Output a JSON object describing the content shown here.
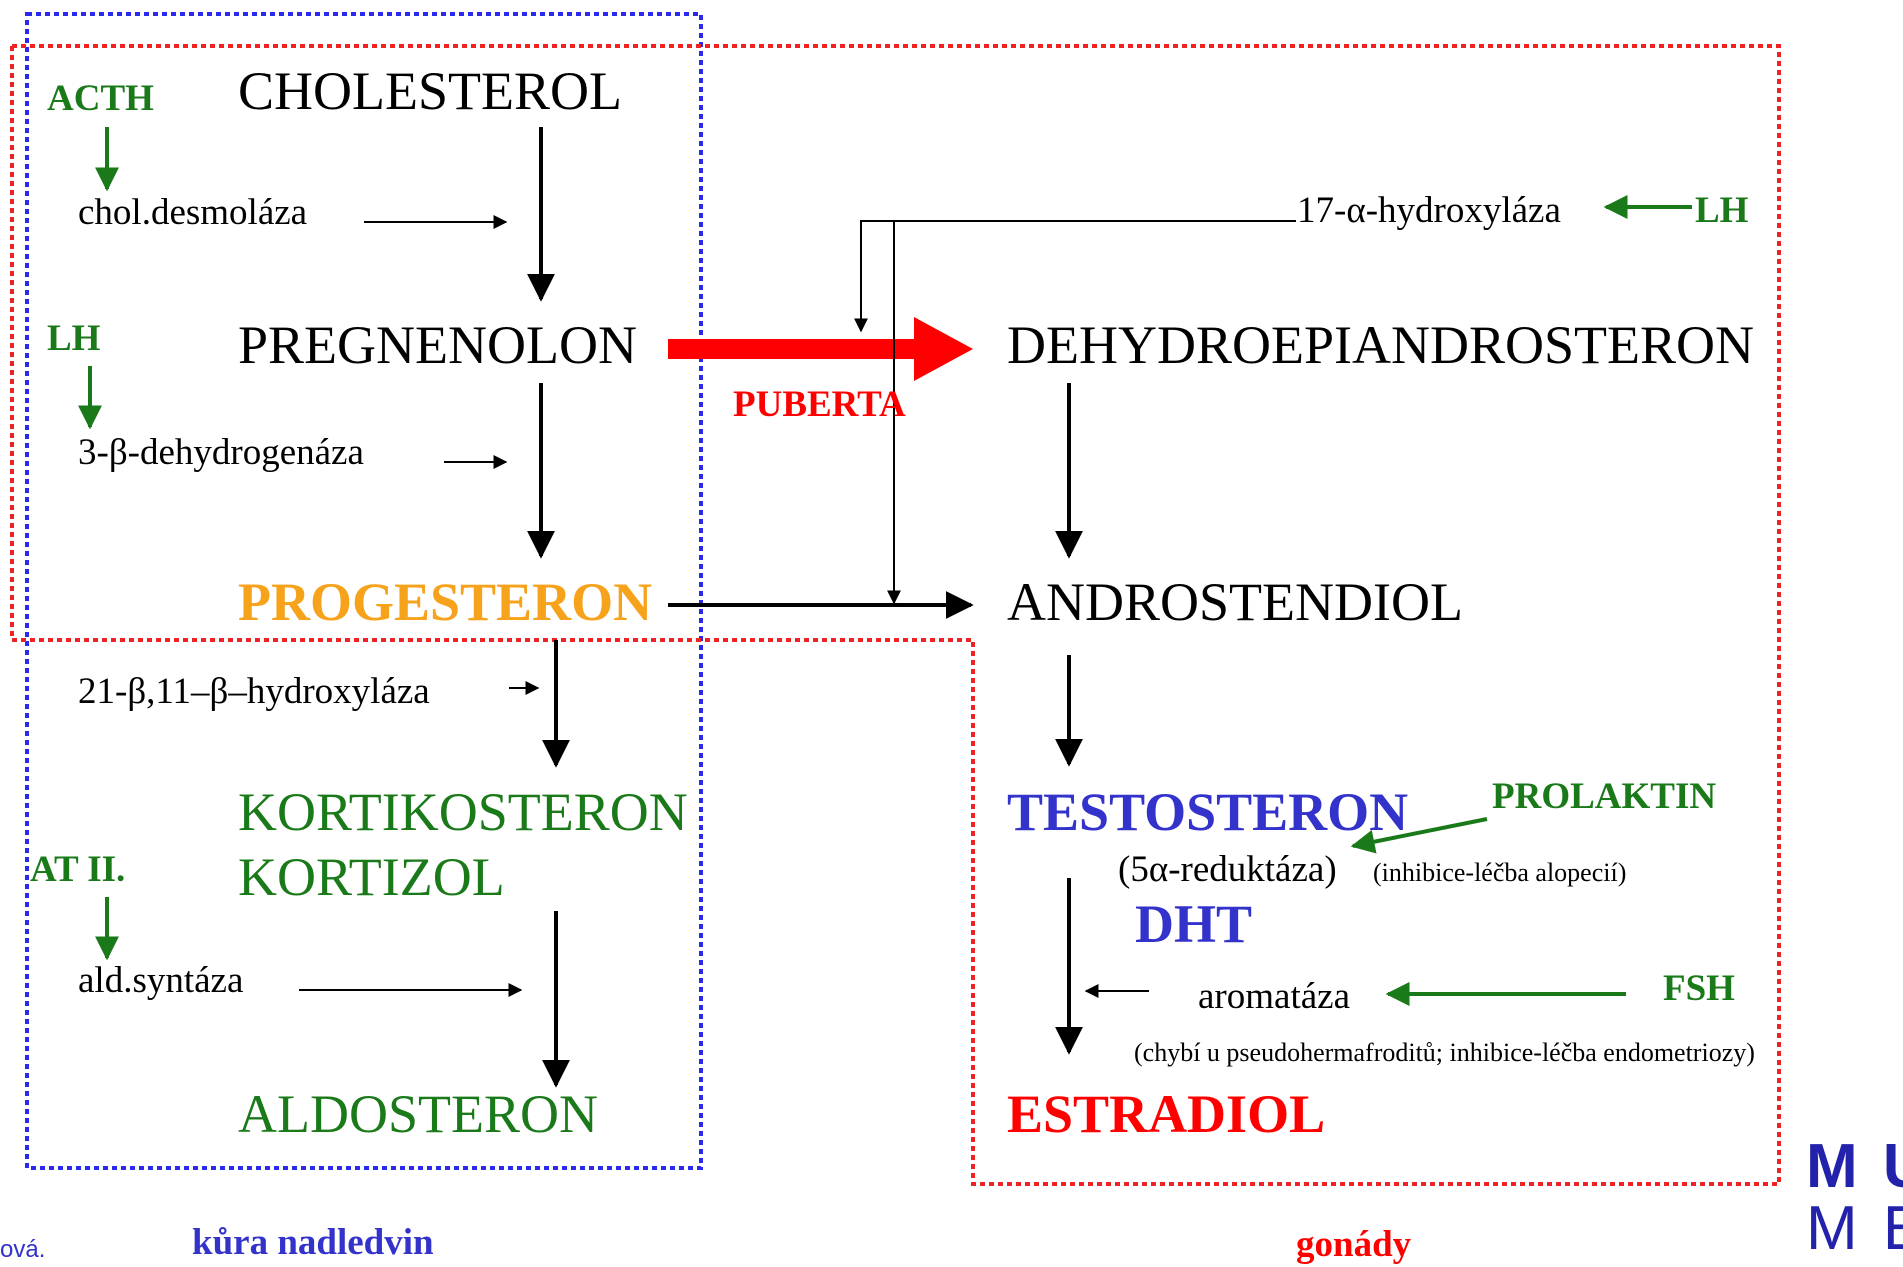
{
  "colors": {
    "black": "#000000",
    "green": "#1a7a1a",
    "red": "#ff0000",
    "orange": "#f7a21b",
    "blue": "#3333cc",
    "box_blue": "#2a2aee",
    "box_red": "#ee2222"
  },
  "nodes": {
    "cholesterol": "CHOLESTEROL",
    "pregnenolon": "PREGNENOLON",
    "progesteron": "PROGESTERON",
    "kortikosteron": "KORTIKOSTERON",
    "kortizol": "KORTIZOL",
    "aldosteron": "ALDOSTERON",
    "dhea": "DEHYDROEPIANDROSTERON",
    "androstendiol": "ANDROSTENDIOL",
    "testosteron": "TESTOSTERON",
    "dht": "DHT",
    "estradiol": "ESTRADIOL"
  },
  "enzymes": {
    "chol_desmolaza": "chol.desmoláza",
    "dehydrogenaza": "3-β-dehydrogenáza",
    "hydroxylaza_21_11": "21-β,11–β–hydroxyláza",
    "ald_syntaza": "ald.syntáza",
    "hydroxylaza_17": "17-α-hydroxyláza",
    "reduktaza": "(5α-reduktáza)",
    "reduktaza_note": "(inhibice-léčba alopecií)",
    "aromataza": "aromatáza",
    "aromataza_note": "(chybí u pseudohermafroditů; inhibice-léčba endometriozy)"
  },
  "regulators": {
    "acth": "ACTH",
    "lh_left": "LH",
    "lh_right": "LH",
    "at2": "AT II.",
    "prolaktin": "PROLAKTIN",
    "fsh": "FSH"
  },
  "puberta": "PUBERTA",
  "regions": {
    "adrenal_cortex": "kůra nadledvin",
    "gonads": "gonády"
  },
  "footer": {
    "author_fragment": "ová.",
    "logo_top": "M U",
    "logo_bottom": "M E"
  }
}
